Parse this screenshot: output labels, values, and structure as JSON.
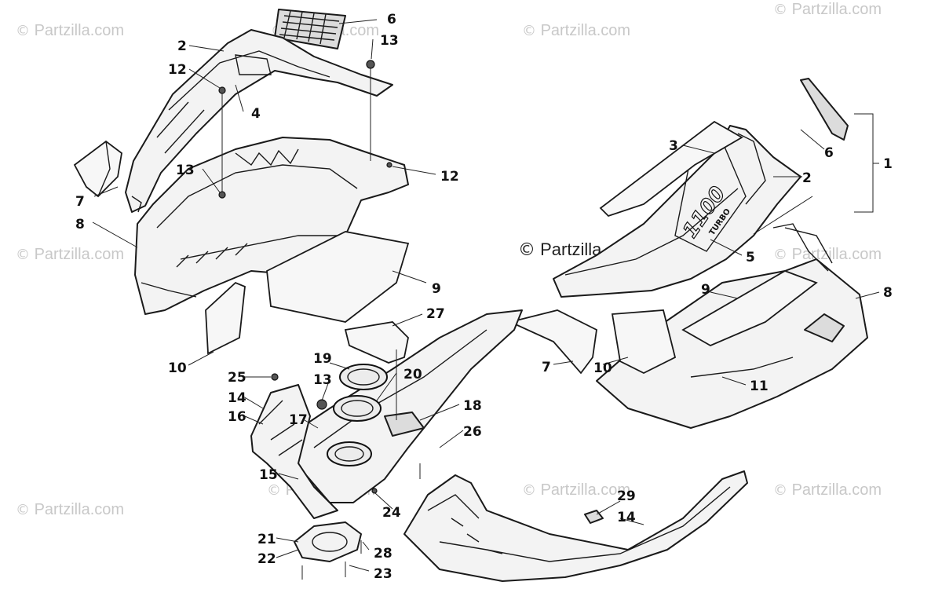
{
  "watermark": {
    "glyph": "©",
    "text": "Partzilla.com"
  },
  "decal": {
    "model": "1100",
    "sub": "TURBO"
  },
  "callouts": [
    {
      "id": "c-1",
      "label": "1"
    },
    {
      "id": "c-2a",
      "label": "2"
    },
    {
      "id": "c-2b",
      "label": "2"
    },
    {
      "id": "c-3",
      "label": "3"
    },
    {
      "id": "c-4",
      "label": "4"
    },
    {
      "id": "c-5",
      "label": "5"
    },
    {
      "id": "c-6a",
      "label": "6"
    },
    {
      "id": "c-6b",
      "label": "6"
    },
    {
      "id": "c-7a",
      "label": "7"
    },
    {
      "id": "c-7b",
      "label": "7"
    },
    {
      "id": "c-8a",
      "label": "8"
    },
    {
      "id": "c-8b",
      "label": "8"
    },
    {
      "id": "c-9a",
      "label": "9"
    },
    {
      "id": "c-9b",
      "label": "9"
    },
    {
      "id": "c-10a",
      "label": "10"
    },
    {
      "id": "c-10b",
      "label": "10"
    },
    {
      "id": "c-11",
      "label": "11"
    },
    {
      "id": "c-12a",
      "label": "12"
    },
    {
      "id": "c-12b",
      "label": "12"
    },
    {
      "id": "c-13a",
      "label": "13"
    },
    {
      "id": "c-13b",
      "label": "13"
    },
    {
      "id": "c-13c",
      "label": "13"
    },
    {
      "id": "c-14a",
      "label": "14"
    },
    {
      "id": "c-14b",
      "label": "14"
    },
    {
      "id": "c-15",
      "label": "15"
    },
    {
      "id": "c-16",
      "label": "16"
    },
    {
      "id": "c-17",
      "label": "17"
    },
    {
      "id": "c-18",
      "label": "18"
    },
    {
      "id": "c-19",
      "label": "19"
    },
    {
      "id": "c-20",
      "label": "20"
    },
    {
      "id": "c-21",
      "label": "21"
    },
    {
      "id": "c-22",
      "label": "22"
    },
    {
      "id": "c-23",
      "label": "23"
    },
    {
      "id": "c-24",
      "label": "24"
    },
    {
      "id": "c-25",
      "label": "25"
    },
    {
      "id": "c-26",
      "label": "26"
    },
    {
      "id": "c-27",
      "label": "27"
    },
    {
      "id": "c-28",
      "label": "28"
    },
    {
      "id": "c-29",
      "label": "29"
    }
  ]
}
